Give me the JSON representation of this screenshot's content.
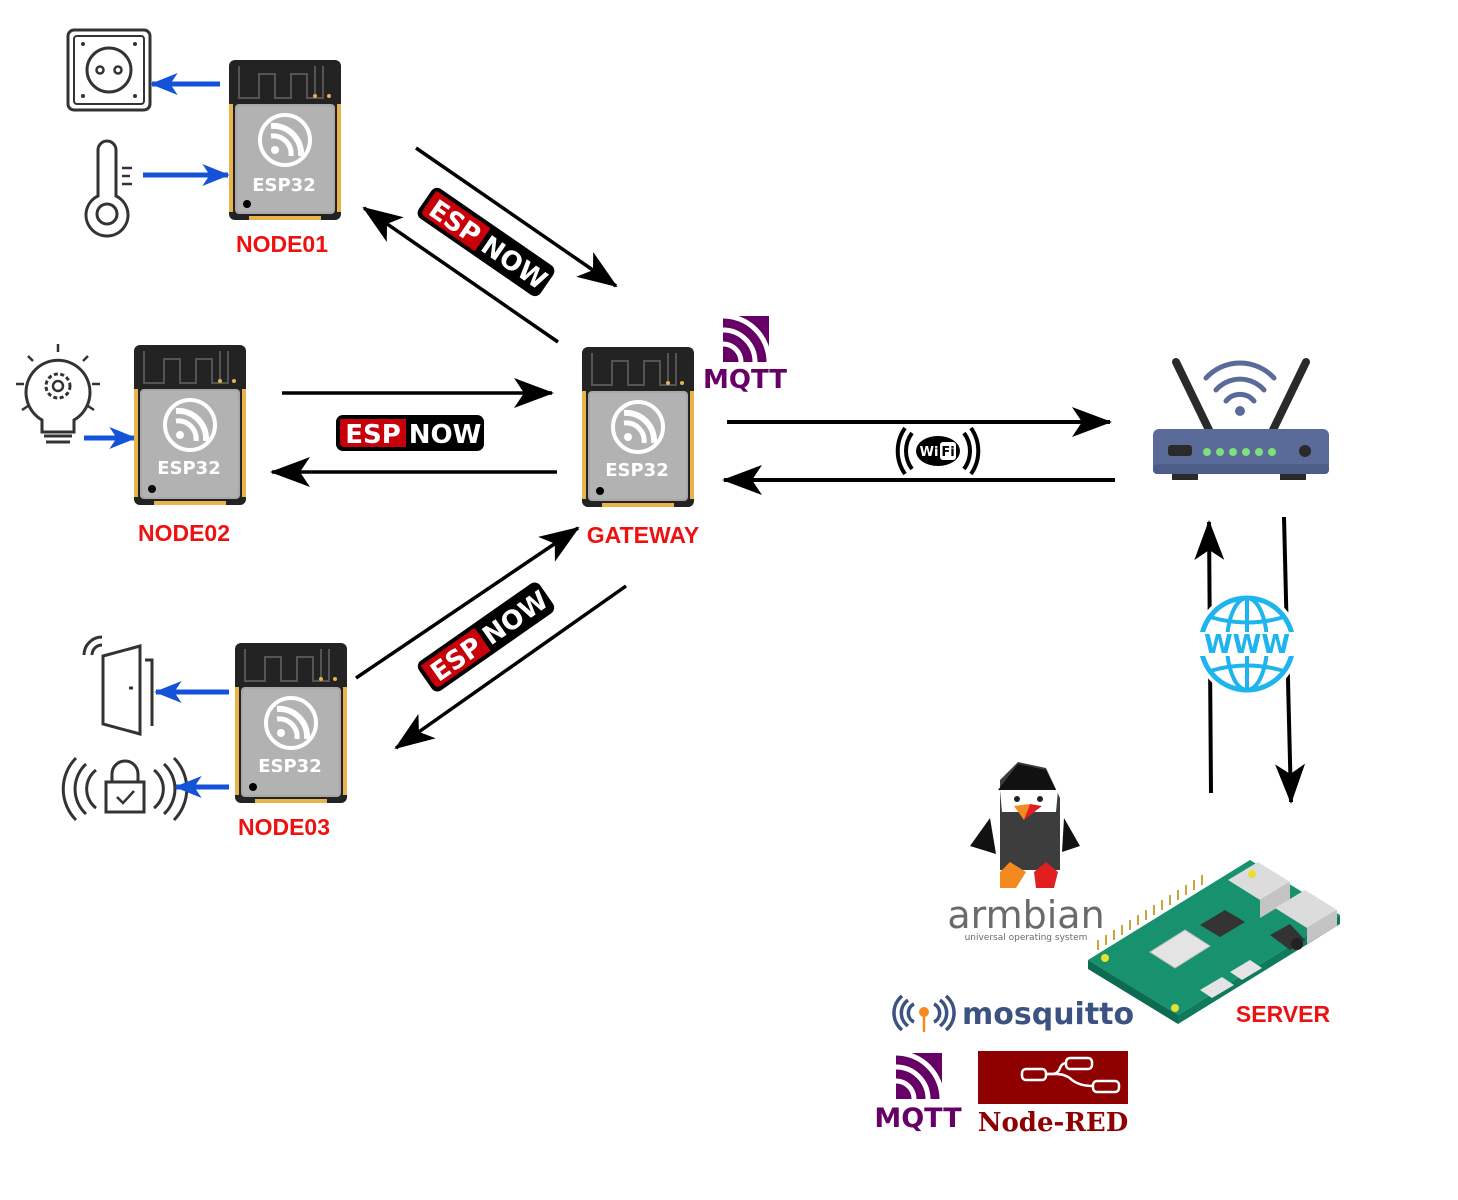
{
  "diagram": {
    "title": "ESP-NOW to MQTT IoT gateway architecture",
    "colors": {
      "node_label": "#ee1111",
      "local_arrow": "#1452d8",
      "link_arrow": "#000000",
      "espnow_red": "#c8000a",
      "mqtt_purple": "#660066",
      "nodered_red": "#8f0000",
      "mosquitto_blue": "#3c5280",
      "globe_blue": "#1eb4ee",
      "router_body": "#5b6b99"
    },
    "chip_label": "ESP32",
    "nodes": [
      {
        "id": "node01",
        "label": "NODE01",
        "devices": [
          {
            "name": "power-socket",
            "direction": "output"
          },
          {
            "name": "thermometer",
            "direction": "input"
          }
        ]
      },
      {
        "id": "node02",
        "label": "NODE02",
        "devices": [
          {
            "name": "smart-bulb",
            "direction": "input"
          }
        ]
      },
      {
        "id": "node03",
        "label": "NODE03",
        "devices": [
          {
            "name": "door-sensor",
            "direction": "output"
          },
          {
            "name": "smart-lock",
            "direction": "output"
          }
        ]
      }
    ],
    "gateway": {
      "label": "GATEWAY"
    },
    "protocols": {
      "espnow_left": "ESP",
      "espnow_right": "NOW",
      "mqtt": "MQTT",
      "wifi_left": "Wi",
      "wifi_right": "Fi",
      "www": "WWW"
    },
    "server": {
      "label": "SERVER",
      "os_name": "armbian",
      "os_tagline": "universal operating system",
      "broker": "mosquitto",
      "mqtt": "MQTT",
      "flow_tool": "Node-RED"
    }
  }
}
